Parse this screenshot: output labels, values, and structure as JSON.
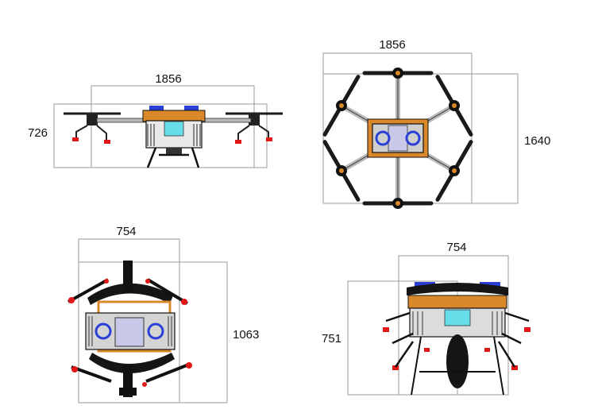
{
  "views": {
    "front": {
      "width_label": "1856",
      "height_label": "726"
    },
    "top": {
      "width_label": "1856",
      "height_label": "1640"
    },
    "folded_top": {
      "width_label": "754",
      "height_label": "1063"
    },
    "folded_side": {
      "width_label": "754",
      "height_label": "751"
    }
  },
  "colors": {
    "frame": "#111111",
    "propeller": "#1a1a1a",
    "orange_frame": "#d9892a",
    "blue_accent": "#2a3fd6",
    "cyan_tank": "#66dde8",
    "red_foot": "#e01818",
    "arm_grey": "#b8b8b8",
    "dimension_box": "#9a9a9a"
  }
}
